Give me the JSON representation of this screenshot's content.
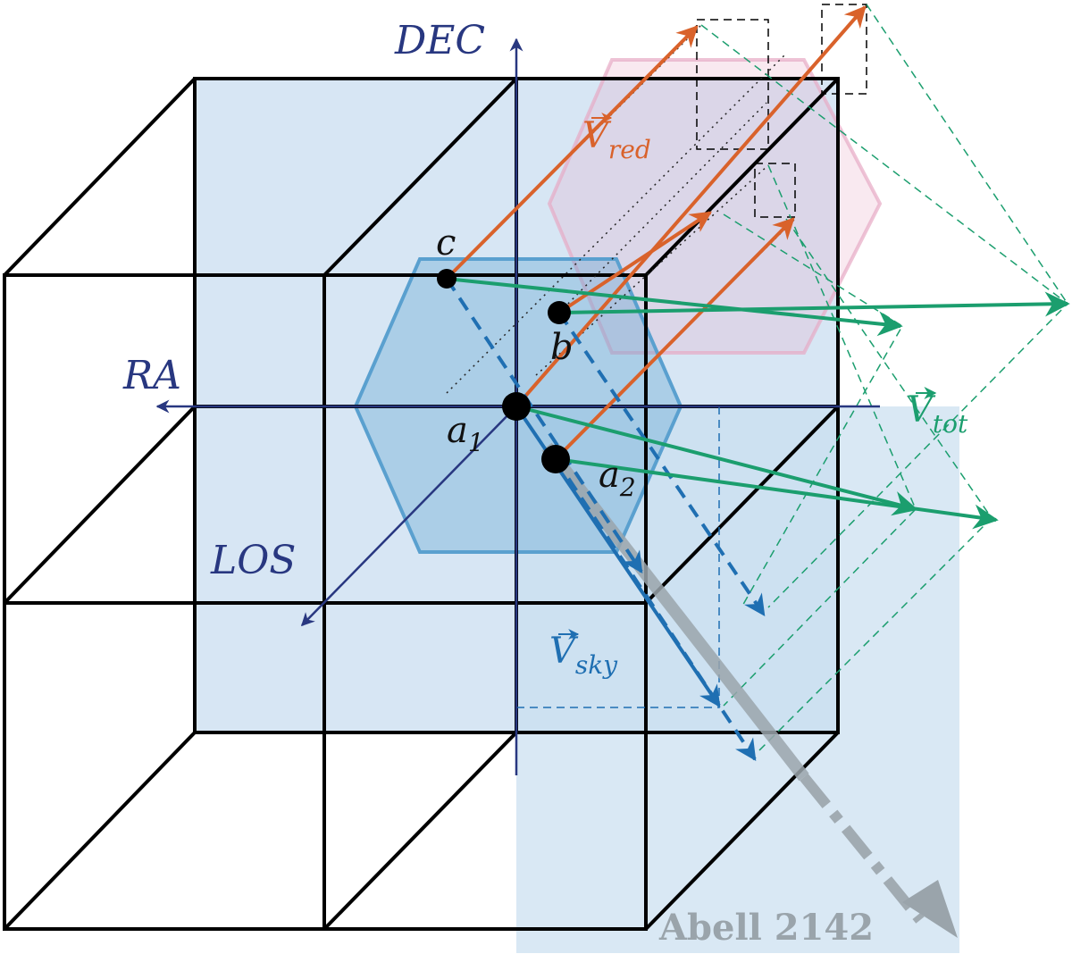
{
  "axes": {
    "dec": "DEC",
    "ra": "RA",
    "los": "LOS"
  },
  "points": {
    "a1": {
      "base": "a",
      "sub": "1"
    },
    "a2": {
      "base": "a",
      "sub": "2"
    },
    "b": {
      "base": "b",
      "sub": ""
    },
    "c": {
      "base": "c",
      "sub": ""
    }
  },
  "vectors": {
    "v_red": {
      "base": "V",
      "sub": "red",
      "color": "#d9622b"
    },
    "v_sky": {
      "base": "V",
      "sub": "sky",
      "color": "#1f6fb2"
    },
    "v_tot": {
      "base": "V",
      "sub": "tot",
      "color": "#1b9e6e"
    }
  },
  "cluster": {
    "label": "Abell 2142",
    "color": "#9aa4ab"
  },
  "colors": {
    "cube_edge": "#000000",
    "panel_fill": "#c9def0",
    "hex_blue": "#5aa0cf",
    "hex_pink": "#e7a9c4",
    "axis": "#283780"
  }
}
